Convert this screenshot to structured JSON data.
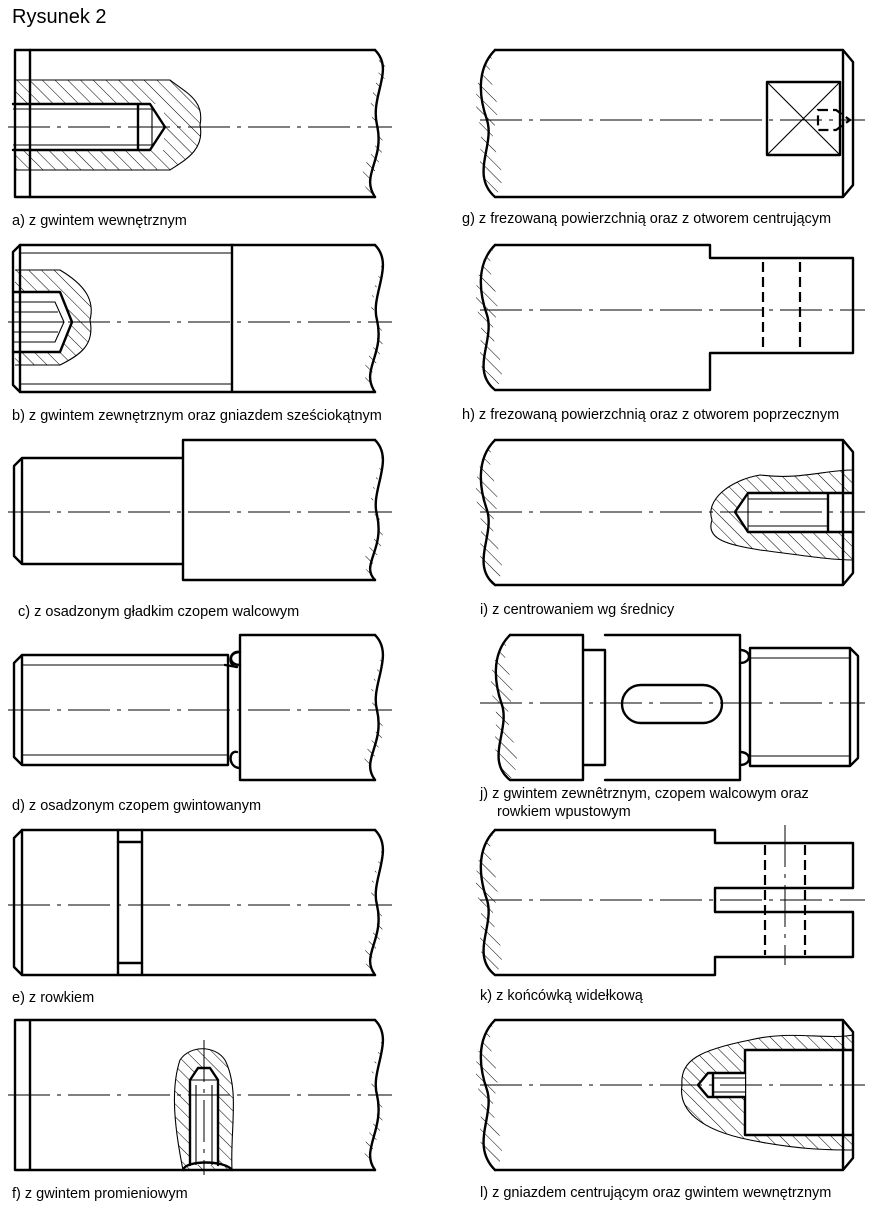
{
  "title": "Rysunek 2",
  "captions": {
    "a": "a) z gwintem wewnętrznym",
    "b": "b) z gwintem zewnętrznym oraz gniazdem sześciokątnym",
    "c": "c) z osadzonym gładkim czopem walcowym",
    "d": "d) z osadzonym czopem gwintowanym",
    "e": "e) z rowkiem",
    "f": "f) z gwintem promieniowym",
    "g": "g) z frezowaną powierzchnią oraz z otworem centrującym",
    "h": "h) z frezowaną powierzchnią oraz z otworem poprzecznym",
    "i": "i) z centrowaniem wg średnicy",
    "j1": "j) z gwintem zewnêtrznym, czopem walcowym oraz",
    "j2": "rowkiem wpustowym",
    "k": "k) z końcówką widełkową",
    "l": "l) z gniazdem centrującym oraz gwintem wewnętrznym"
  }
}
